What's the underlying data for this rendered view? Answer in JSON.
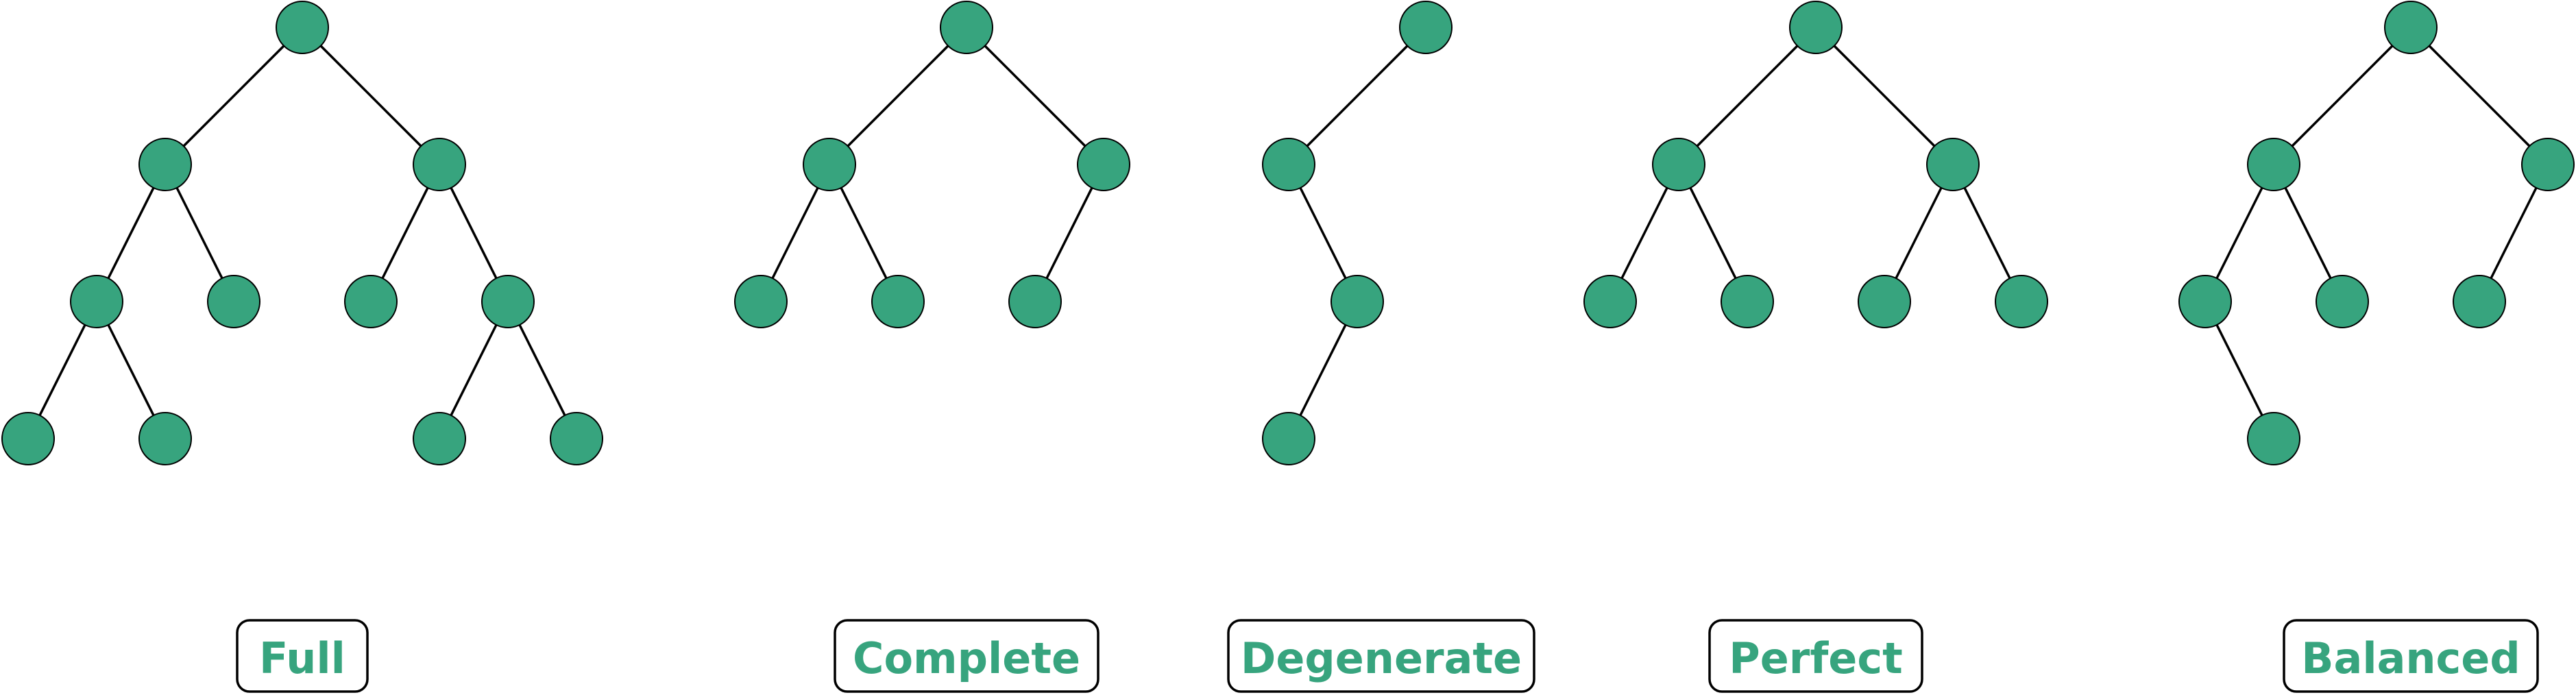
{
  "colors": {
    "node_fill": "#37A47E",
    "label_text": "#37A47E",
    "edge": "#000000"
  },
  "trees": [
    {
      "name": "full",
      "label": "Full",
      "nodes": [
        "root",
        "L",
        "R",
        "LL",
        "LR",
        "RL",
        "RR",
        "LLL",
        "LLR",
        "RRL",
        "RRR"
      ],
      "edges": [
        [
          "root",
          "L"
        ],
        [
          "root",
          "R"
        ],
        [
          "L",
          "LL"
        ],
        [
          "L",
          "LR"
        ],
        [
          "R",
          "RL"
        ],
        [
          "R",
          "RR"
        ],
        [
          "LL",
          "LLL"
        ],
        [
          "LL",
          "LLR"
        ],
        [
          "RR",
          "RRL"
        ],
        [
          "RR",
          "RRR"
        ]
      ]
    },
    {
      "name": "complete",
      "label": "Complete",
      "nodes": [
        "root",
        "L",
        "R",
        "LL",
        "LR",
        "RL"
      ],
      "edges": [
        [
          "root",
          "L"
        ],
        [
          "root",
          "R"
        ],
        [
          "L",
          "LL"
        ],
        [
          "L",
          "LR"
        ],
        [
          "R",
          "RL"
        ]
      ]
    },
    {
      "name": "degenerate",
      "label": "Degenerate",
      "nodes": [
        "root",
        "L",
        "LR",
        "LRL"
      ],
      "edges": [
        [
          "root",
          "L"
        ],
        [
          "L",
          "LR"
        ],
        [
          "LR",
          "LRL"
        ]
      ]
    },
    {
      "name": "perfect",
      "label": "Perfect",
      "nodes": [
        "root",
        "L",
        "R",
        "LL",
        "LR",
        "RL",
        "RR"
      ],
      "edges": [
        [
          "root",
          "L"
        ],
        [
          "root",
          "R"
        ],
        [
          "L",
          "LL"
        ],
        [
          "L",
          "LR"
        ],
        [
          "R",
          "RL"
        ],
        [
          "R",
          "RR"
        ]
      ]
    },
    {
      "name": "balanced",
      "label": "Balanced",
      "nodes": [
        "root",
        "L",
        "R",
        "LL",
        "LR",
        "RL",
        "LLR"
      ],
      "edges": [
        [
          "root",
          "L"
        ],
        [
          "root",
          "R"
        ],
        [
          "L",
          "LL"
        ],
        [
          "L",
          "LR"
        ],
        [
          "R",
          "RL"
        ],
        [
          "LL",
          "LLR"
        ]
      ]
    }
  ]
}
